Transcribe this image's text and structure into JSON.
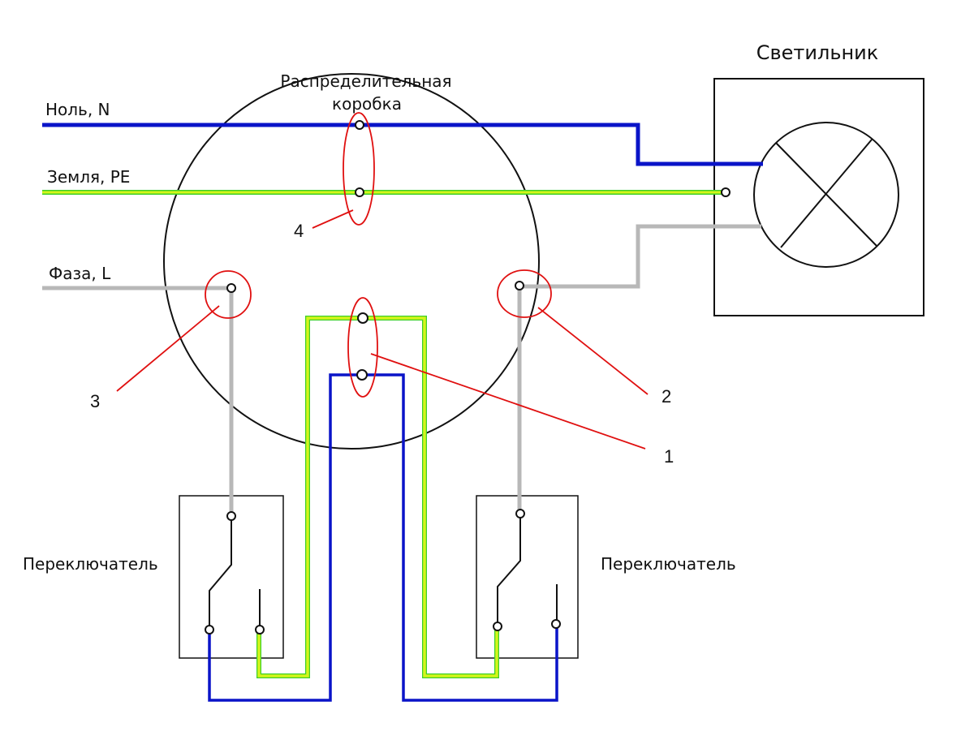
{
  "title_box": {
    "line1": "Распределительная",
    "line2": "коробка"
  },
  "lamp_label": "Светильник",
  "wires": {
    "neutral": "Ноль, N",
    "ground": "Земля, PE",
    "phase": "Фаза, L"
  },
  "switch_left_label": "Переключатель",
  "switch_right_label": "Переключатель",
  "callouts": [
    "1",
    "2",
    "3",
    "4"
  ],
  "colors": {
    "neutral": "#0a14c8",
    "ground": "#d4f51a",
    "ground_edge": "#3ccf2a",
    "phase": "#b8b8b8",
    "callout": "#e01010",
    "outline": "#111111"
  }
}
